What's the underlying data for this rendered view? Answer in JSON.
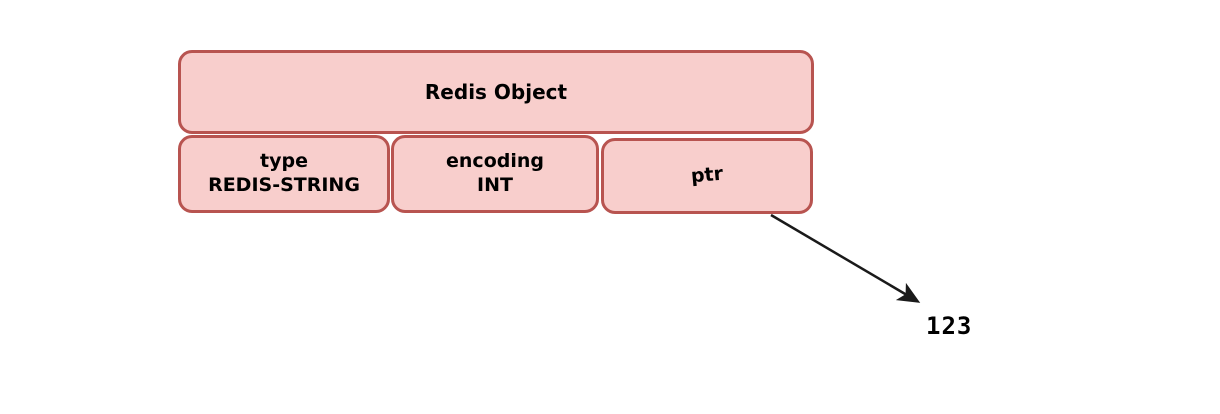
{
  "diagram": {
    "object_box": {
      "label": "Redis Object"
    },
    "fields": [
      {
        "label": "type",
        "value": "REDIS-STRING"
      },
      {
        "label": "encoding",
        "value": "INT"
      },
      {
        "label": "ptr",
        "value": ""
      }
    ],
    "pointer": {
      "target_value": "123"
    },
    "colors": {
      "box_fill": "#f8cecc",
      "box_border": "#b85450",
      "arrow": "#1a1a1a",
      "text": "#000000",
      "background": "#ffffff"
    }
  }
}
